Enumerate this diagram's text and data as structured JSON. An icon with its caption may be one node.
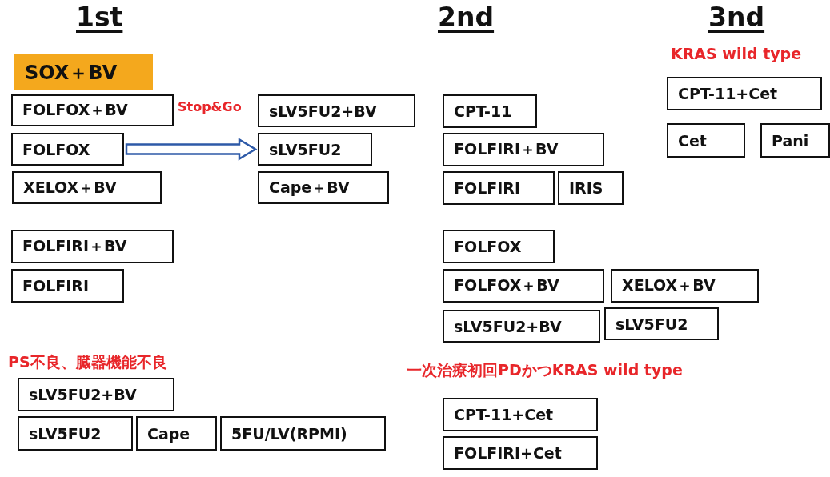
{
  "diagram": {
    "nodes": [
      {
        "text": [
          "SOX＋BV"
        ]
      },
      {
        "text": [
          "FOLFOX＋BV"
        ]
      },
      {
        "text": [
          "FOLFOX"
        ]
      },
      {
        "text": [
          "XELOX＋BV"
        ]
      },
      {
        "text": [
          "sLV5FU2+BV"
        ]
      },
      {
        "text": [
          "sLV5FU2"
        ]
      },
      {
        "text": [
          "Cape＋BV"
        ]
      },
      {
        "text": [
          "FOLFIRI＋BV"
        ]
      },
      {
        "text": [
          "FOLFIRI"
        ]
      },
      {
        "text": [
          "sLV5FU2+BV"
        ]
      },
      {
        "text": [
          "sLV5FU2"
        ]
      },
      {
        "text": [
          "Cape"
        ]
      },
      {
        "text": [
          "5FU/LV(RPMI)"
        ]
      },
      {
        "text": [
          "CPT-11"
        ]
      },
      {
        "text": [
          "FOLFIRI＋BV"
        ]
      },
      {
        "text": [
          "FOLFIRI"
        ]
      },
      {
        "text": [
          "IRIS"
        ]
      },
      {
        "text": [
          "FOLFOX"
        ]
      },
      {
        "text": [
          "FOLFOX＋BV"
        ]
      },
      {
        "text": [
          "XELOX＋BV"
        ]
      },
      {
        "text": [
          "sLV5FU2+BV"
        ]
      },
      {
        "text": [
          "sLV5FU2"
        ]
      },
      {
        "text": [
          "CPT-11+Cet"
        ]
      },
      {
        "text": [
          "FOLFIRI+Cet"
        ]
      },
      {
        "text": [
          "CPT-11+Cet"
        ]
      },
      {
        "text": [
          "Cet"
        ]
      },
      {
        "text": [
          "Pani"
        ]
      }
    ],
    "edges": [
      {
        "from": 2,
        "to": 5,
        "arrow": "to",
        "label": "Stop&Go",
        "color": "#2e5aa8"
      }
    ],
    "labels": [
      "1st",
      "2nd",
      "3nd",
      "KRAS wild type",
      "PS不良、臓器機能不良",
      "一次治療初回PDかつKRAS wild type"
    ]
  }
}
